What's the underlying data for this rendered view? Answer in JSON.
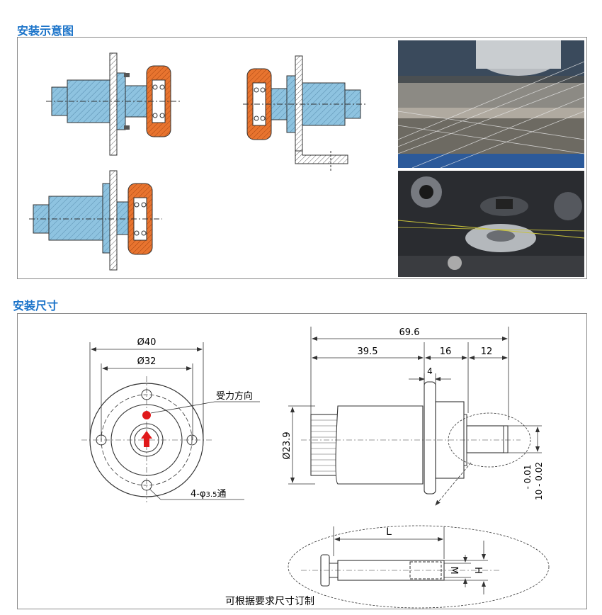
{
  "sections": {
    "install_diagram_title": "安装示意图",
    "install_dims_title": "安装尺寸"
  },
  "dims": {
    "d40": "Ø40",
    "d32": "Ø32",
    "force_direction": "受力方向",
    "holes": "4-φ",
    "holes_size": "3.5",
    "holes_through": "通",
    "total_len": "69.6",
    "len_39_5": "39.5",
    "len_16": "16",
    "len_12": "12",
    "flange_4": "4",
    "dia_23_9": "Ø23.9",
    "tol": "10  - 0.02",
    "tol_upper": "- 0.01",
    "L": "L",
    "M": "M",
    "H": "H",
    "custom_note": "可根据要求尺寸订制"
  },
  "colors": {
    "title_blue": "#1a73c9",
    "body_blue": "#8ec3e0",
    "pulley_orange": "#e8742f",
    "force_red": "#e0191b"
  }
}
